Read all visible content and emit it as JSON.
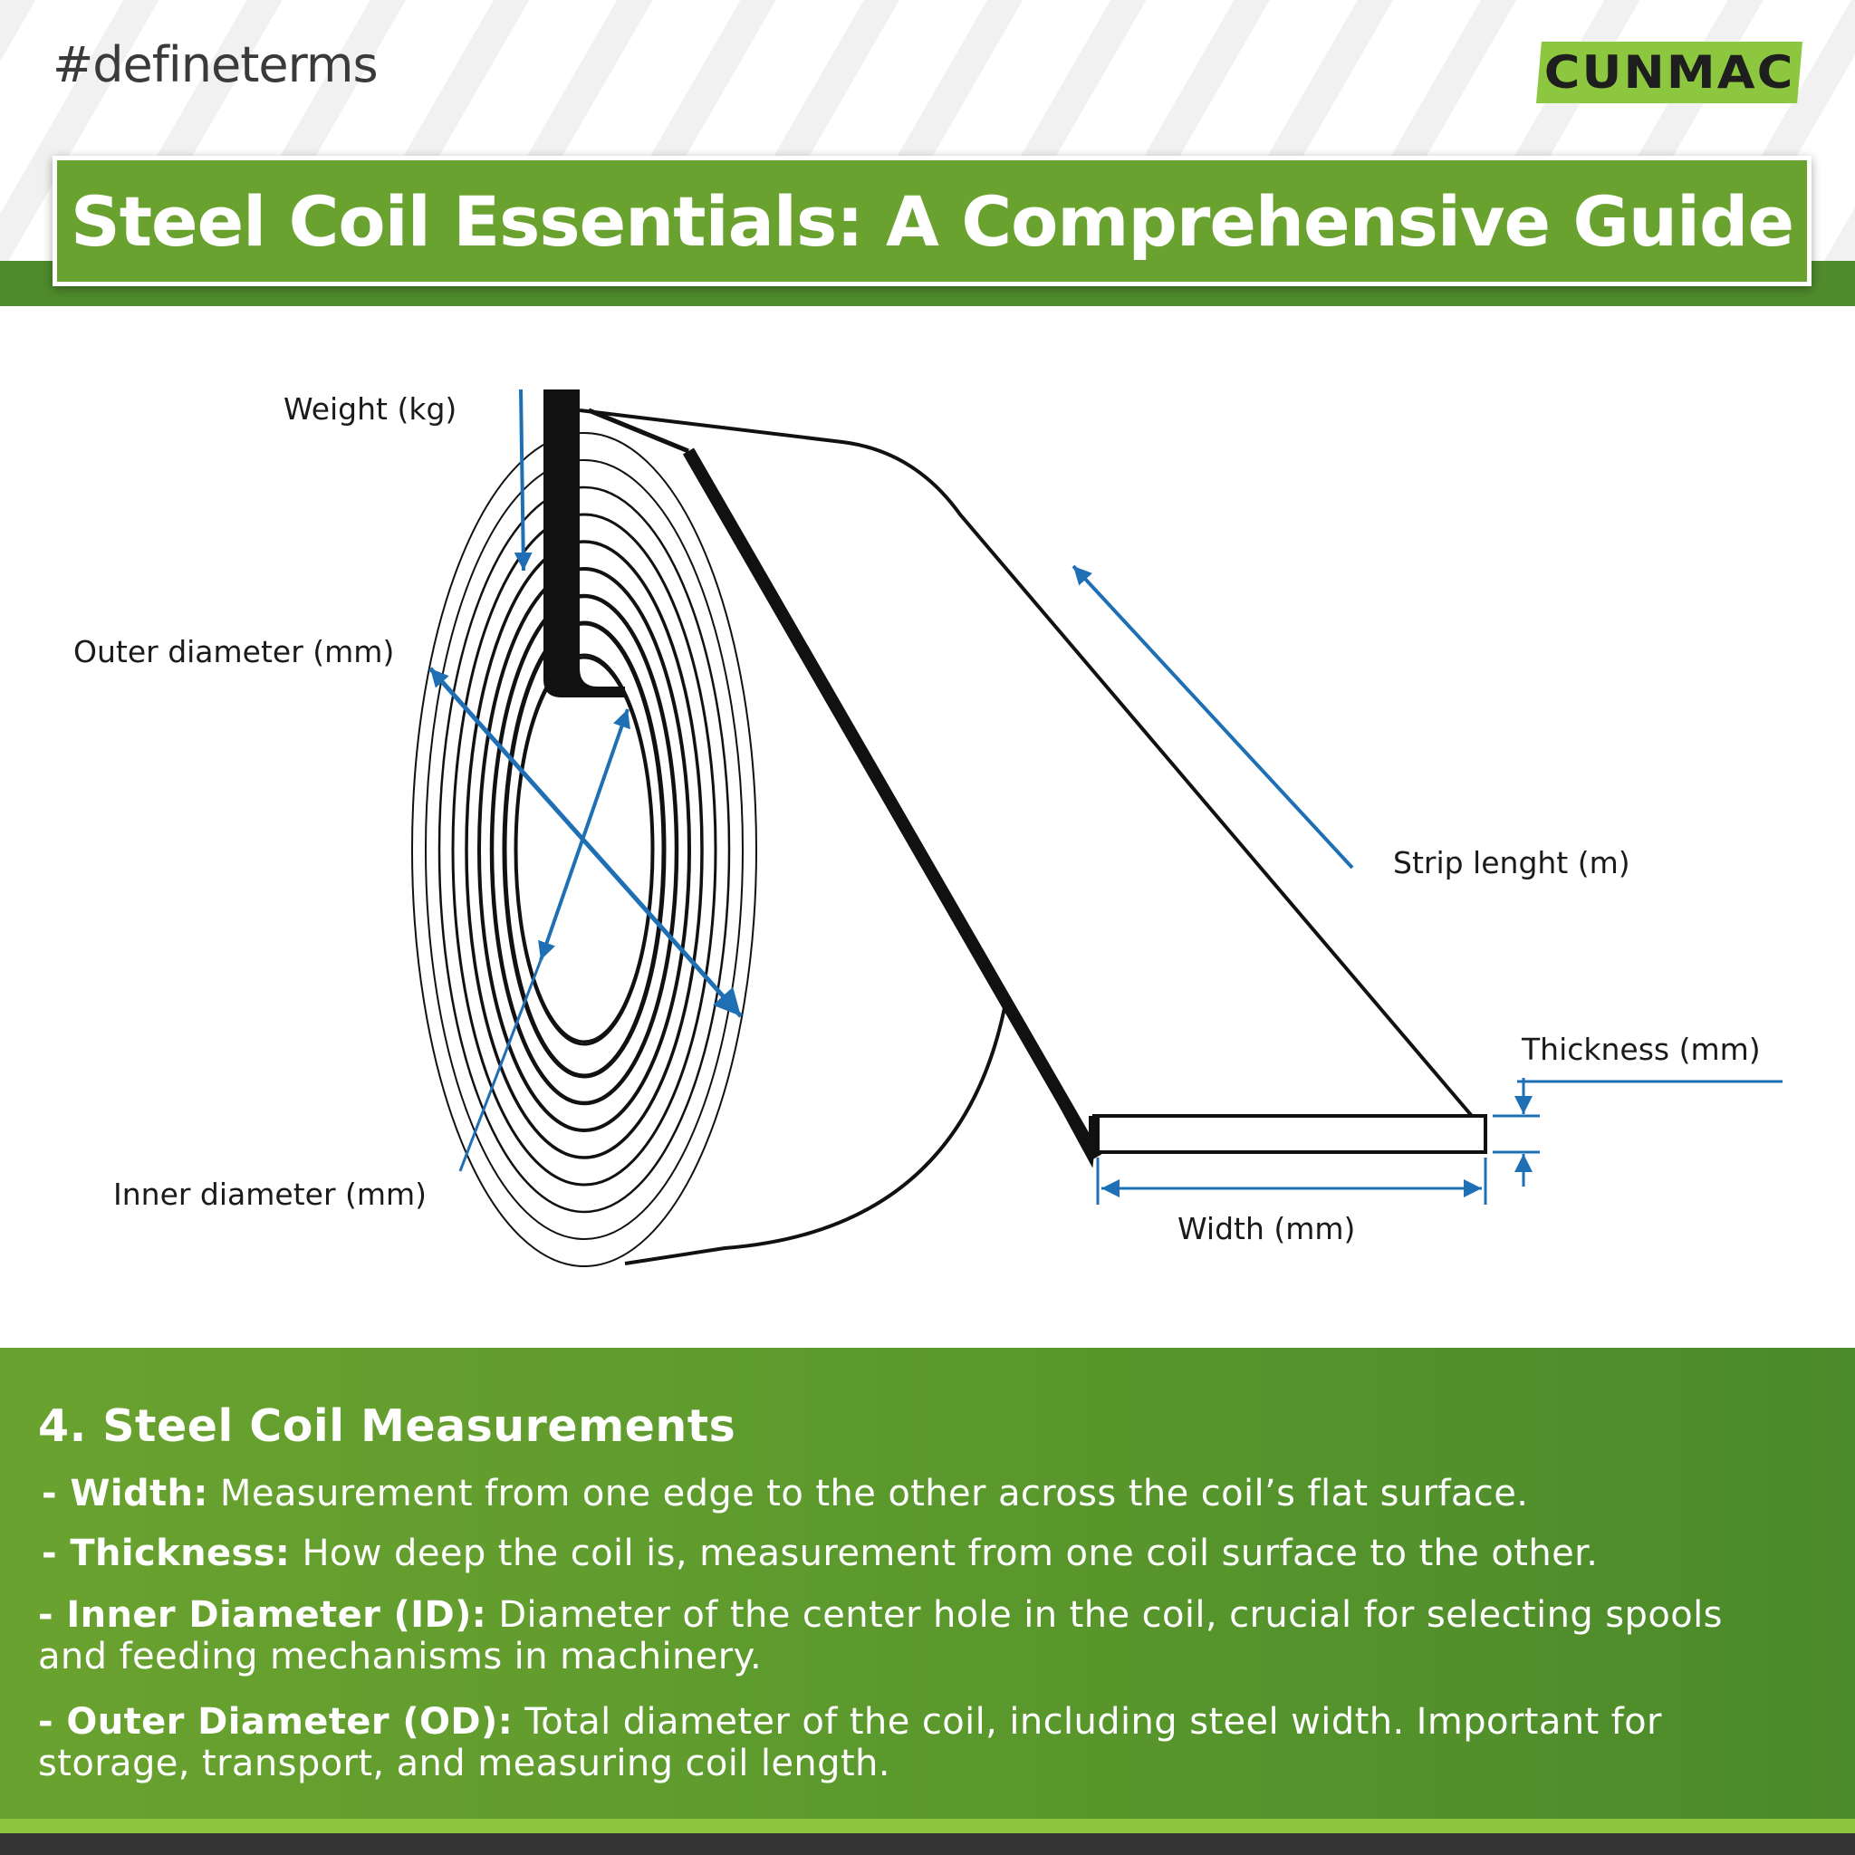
{
  "header": {
    "hashtag": "#defineterms",
    "brand": "CUNMAC",
    "title": "Steel Coil Essentials: A Comprehensive Guide"
  },
  "diagram": {
    "labels": {
      "weight": "Weight (kg)",
      "outer_diameter": "Outer diameter (mm)",
      "inner_diameter": "Inner diameter (mm)",
      "strip_length": "Strip lenght (m)",
      "thickness": "Thickness (mm)",
      "width": "Width (mm)"
    }
  },
  "section": {
    "heading": "4. Steel Coil Measurements",
    "items": [
      {
        "term": "- Width:",
        "text": " Measurement from one edge to the other across the coil’s flat surface."
      },
      {
        "term": "- Thickness:",
        "text": " How deep the coil is, measurement from one coil surface to the other."
      },
      {
        "term": "- Inner Diameter (ID):",
        "text": " Diameter of the center hole in the coil, crucial for selecting spools and feeding mechanisms in machinery."
      },
      {
        "term": "- Outer Diameter (OD):",
        "text": " Total diameter of the coil, including steel width. Important for storage, transport, and measuring coil length."
      }
    ]
  },
  "colors": {
    "brand_green": "#8dc63f",
    "title_green": "#6aa22f",
    "band_green": "#4f8b2c",
    "arrow_blue": "#1f6fb5"
  }
}
